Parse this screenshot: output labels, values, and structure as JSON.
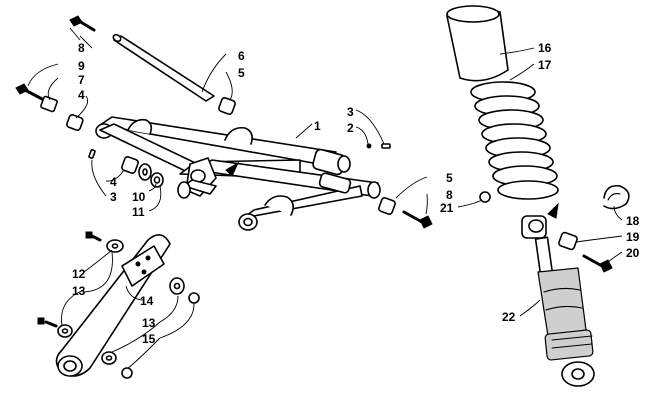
{
  "callouts": {
    "c1": "1",
    "c2": "2",
    "c3a": "3",
    "c3b": "3",
    "c4a": "4",
    "c4b": "4",
    "c5a": "5",
    "c5b": "5",
    "c6": "6",
    "c7": "7",
    "c8a": "8",
    "c8b": "8",
    "c9": "9",
    "c10": "10",
    "c11": "11",
    "c12": "12",
    "c13a": "13",
    "c13b": "13",
    "c14": "14",
    "c15": "15",
    "c16": "16",
    "c17": "17",
    "c18": "18",
    "c19": "19",
    "c20": "20",
    "c21": "21",
    "c22": "22"
  }
}
